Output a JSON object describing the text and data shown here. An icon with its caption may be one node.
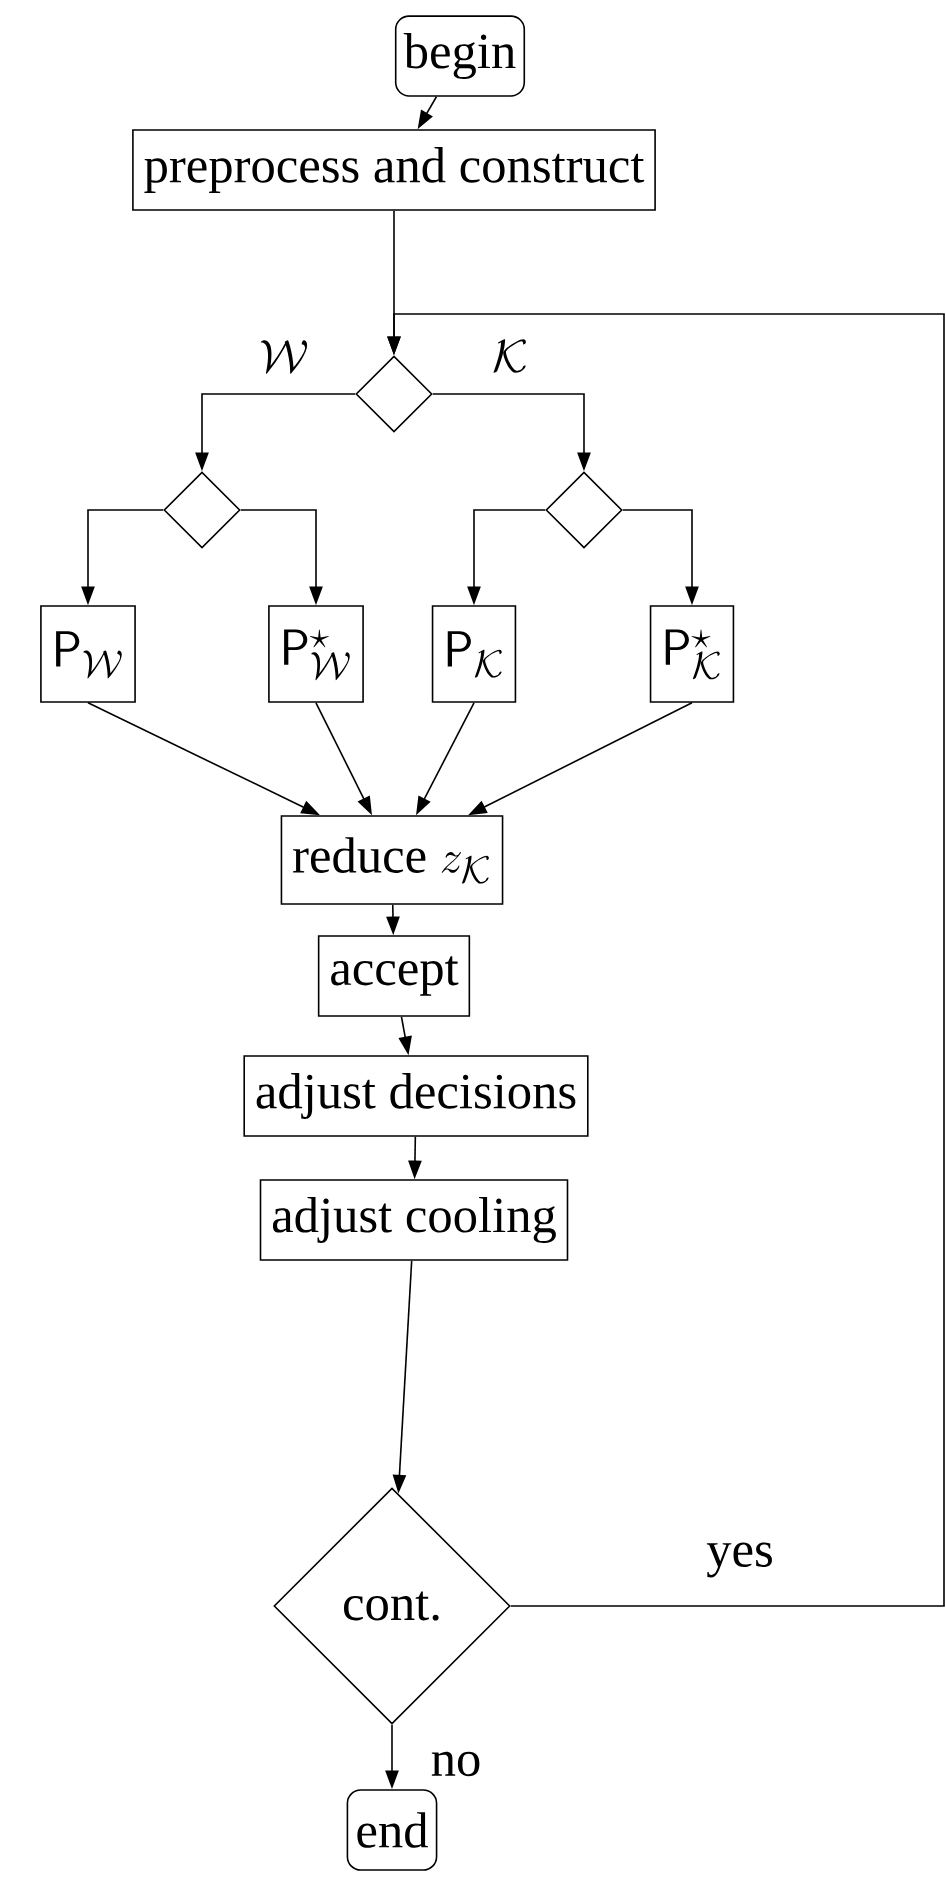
{
  "diagram": {
    "nodes": [
      {
        "text": [
          "begin"
        ]
      },
      {
        "text": [
          "preprocess and construct"
        ]
      },
      {
        "text": [],
        "shape": "diamond"
      },
      {
        "text": [],
        "shape": "diamond"
      },
      {
        "text": [],
        "shape": "diamond"
      },
      {
        "text": [
          "\\mathsf{P}_{\\mathcal{W}}"
        ]
      },
      {
        "text": [
          "\\mathsf{P}^{\\star}_{\\mathcal{W}}"
        ]
      },
      {
        "text": [
          "\\mathsf{P}_{\\mathcal{K}}"
        ]
      },
      {
        "text": [
          "\\mathsf{P}^{\\star}_{\\mathcal{K}}"
        ]
      },
      {
        "text": [
          "\\mbox{reduce}\\ z_{\\mathcal{K}}"
        ]
      },
      {
        "text": [
          "accept"
        ]
      },
      {
        "text": [
          "adjust decisions"
        ]
      },
      {
        "text": [
          "adjust cooling"
        ]
      },
      {
        "text": [
          "cont."
        ]
      },
      {
        "text": [
          "end"
        ]
      }
    ],
    "edges": [
      {
        "from": 0,
        "to": 1,
        "arrow": "to"
      },
      {
        "from": 1,
        "to": 2,
        "arrow": "to"
      },
      {
        "from": 13,
        "to": 2,
        "arrow": "to",
        "label": "yes"
      },
      {
        "from": 2,
        "to": 3,
        "arrow": "to",
        "label": "\\mathcal{W}"
      },
      {
        "from": 2,
        "to": 4,
        "arrow": "to",
        "label": "\\mathcal{K}"
      },
      {
        "from": 3,
        "to": 5,
        "arrow": "to"
      },
      {
        "from": 3,
        "to": 6,
        "arrow": "to"
      },
      {
        "from": 4,
        "to": 7,
        "arrow": "to"
      },
      {
        "from": 4,
        "to": 8,
        "arrow": "to"
      },
      {
        "from": 5,
        "to": 9,
        "arrow": "to"
      },
      {
        "from": 6,
        "to": 9,
        "arrow": "to"
      },
      {
        "from": 7,
        "to": 9,
        "arrow": "to"
      },
      {
        "from": 8,
        "to": 9,
        "arrow": "to"
      },
      {
        "from": 9,
        "to": 10,
        "arrow": "to"
      },
      {
        "from": 10,
        "to": 11,
        "arrow": "to"
      },
      {
        "from": 11,
        "to": 12,
        "arrow": "to"
      },
      {
        "from": 12,
        "to": 13,
        "arrow": "to"
      },
      {
        "from": 13,
        "to": 14,
        "arrow": "to",
        "label": "no"
      }
    ]
  }
}
